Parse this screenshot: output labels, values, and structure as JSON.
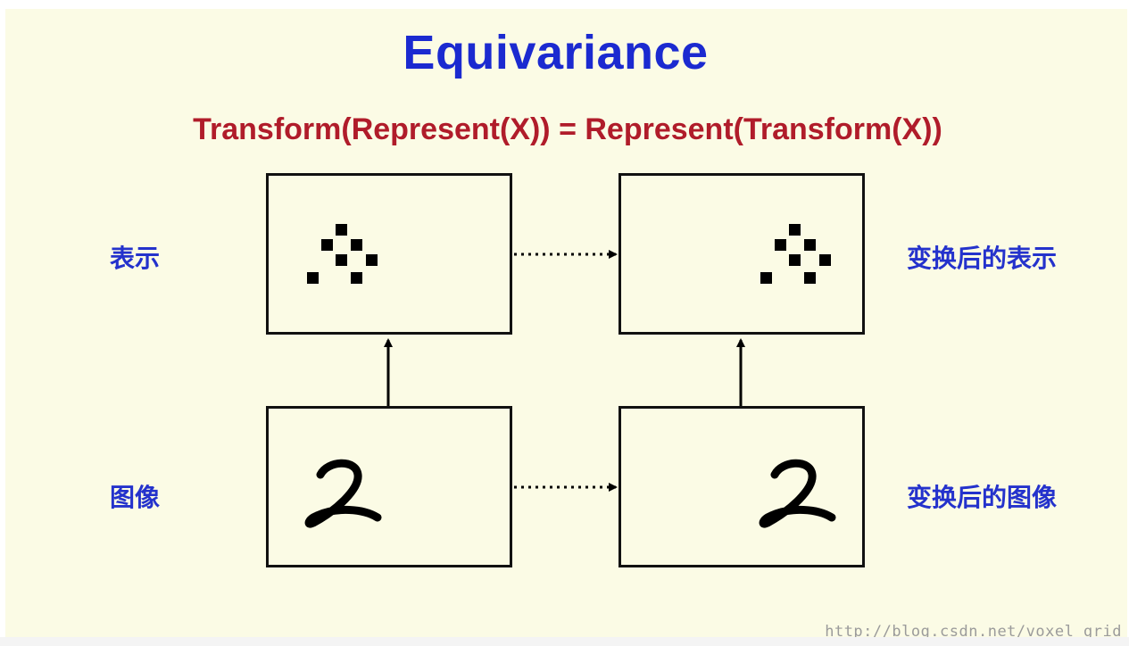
{
  "title": "Equivariance",
  "formula": "Transform(Represent(X)) = Represent(Transform(X))",
  "labels": {
    "representation": "表示",
    "image": "图像",
    "transformed_representation": "变换后的表示",
    "transformed_image": "变换后的图像"
  },
  "digit": "2",
  "watermark": "http://blog.csdn.net/voxel_grid",
  "colors": {
    "background": "#fbfbe5",
    "title": "#1b2ad0",
    "formula": "#b01c2a",
    "label": "#2432cc"
  }
}
